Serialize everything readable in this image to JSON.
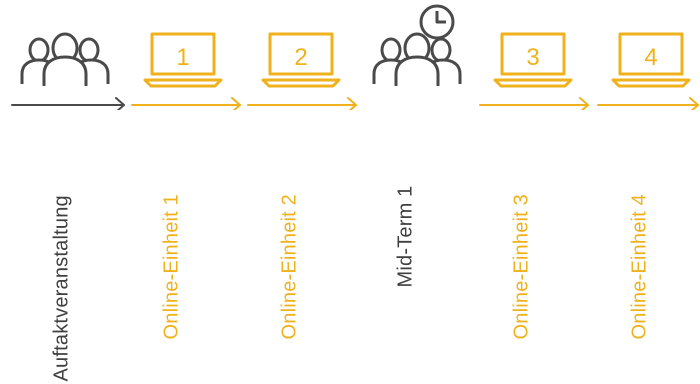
{
  "colors": {
    "gold": "#f0b21c",
    "gray": "#4a4a4a"
  },
  "timeline": [
    {
      "kind": "event",
      "icon": "group-icon",
      "label": "Auftaktveranstaltung",
      "color": "gray"
    },
    {
      "kind": "online",
      "icon": "laptop-icon",
      "number": "1",
      "label": "Online-Einheit 1",
      "color": "gold"
    },
    {
      "kind": "online",
      "icon": "laptop-icon",
      "number": "2",
      "label": "Online-Einheit 2",
      "color": "gold"
    },
    {
      "kind": "event",
      "icon": "group-clock-icon",
      "label": "Mid-Term 1",
      "color": "gray"
    },
    {
      "kind": "online",
      "icon": "laptop-icon",
      "number": "3",
      "label": "Online-Einheit 3",
      "color": "gold"
    },
    {
      "kind": "online",
      "icon": "laptop-icon",
      "number": "4",
      "label": "Online-Einheit 4",
      "color": "gold"
    }
  ]
}
